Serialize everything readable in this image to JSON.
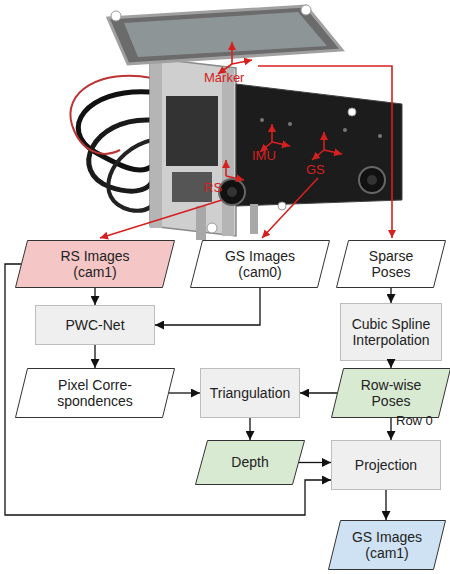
{
  "diagram": {
    "nodes": [
      {
        "text": [
          "RS Images (cam1)"
        ]
      },
      {
        "text": [
          "GS Images (cam0)"
        ]
      },
      {
        "text": [
          "Sparse Poses"
        ]
      },
      {
        "text": [
          "PWC-Net"
        ]
      },
      {
        "text": [
          "Cubic Spline Interpolation"
        ]
      },
      {
        "text": [
          "Pixel Corre- spondences"
        ]
      },
      {
        "text": [
          "Triangulation"
        ]
      },
      {
        "text": [
          "Row-wise Poses"
        ]
      },
      {
        "text": [
          "Depth"
        ]
      },
      {
        "text": [
          "Projection"
        ]
      },
      {
        "text": [
          "GS Images (cam1)"
        ]
      }
    ],
    "edges": [
      {
        "from": 0,
        "to": 3,
        "arrow": "to"
      },
      {
        "from": 1,
        "to": 3,
        "arrow": "to"
      },
      {
        "from": 2,
        "to": 4,
        "arrow": "to"
      },
      {
        "from": 3,
        "to": 5,
        "arrow": "to"
      },
      {
        "from": 4,
        "to": 7,
        "arrow": "to"
      },
      {
        "from": 5,
        "to": 6,
        "arrow": "to"
      },
      {
        "from": 7,
        "to": 6,
        "arrow": "to"
      },
      {
        "from": 6,
        "to": 8,
        "arrow": "to"
      },
      {
        "from": 7,
        "to": 9,
        "label": "Row 0",
        "arrow": "to"
      },
      {
        "from": 8,
        "to": 9,
        "arrow": "to"
      },
      {
        "from": 0,
        "to": 9,
        "arrow": "to"
      },
      {
        "from": 9,
        "to": 10,
        "arrow": "to"
      }
    ],
    "labels": [
      "Marker",
      "IMU",
      "GS",
      "RS"
    ]
  }
}
